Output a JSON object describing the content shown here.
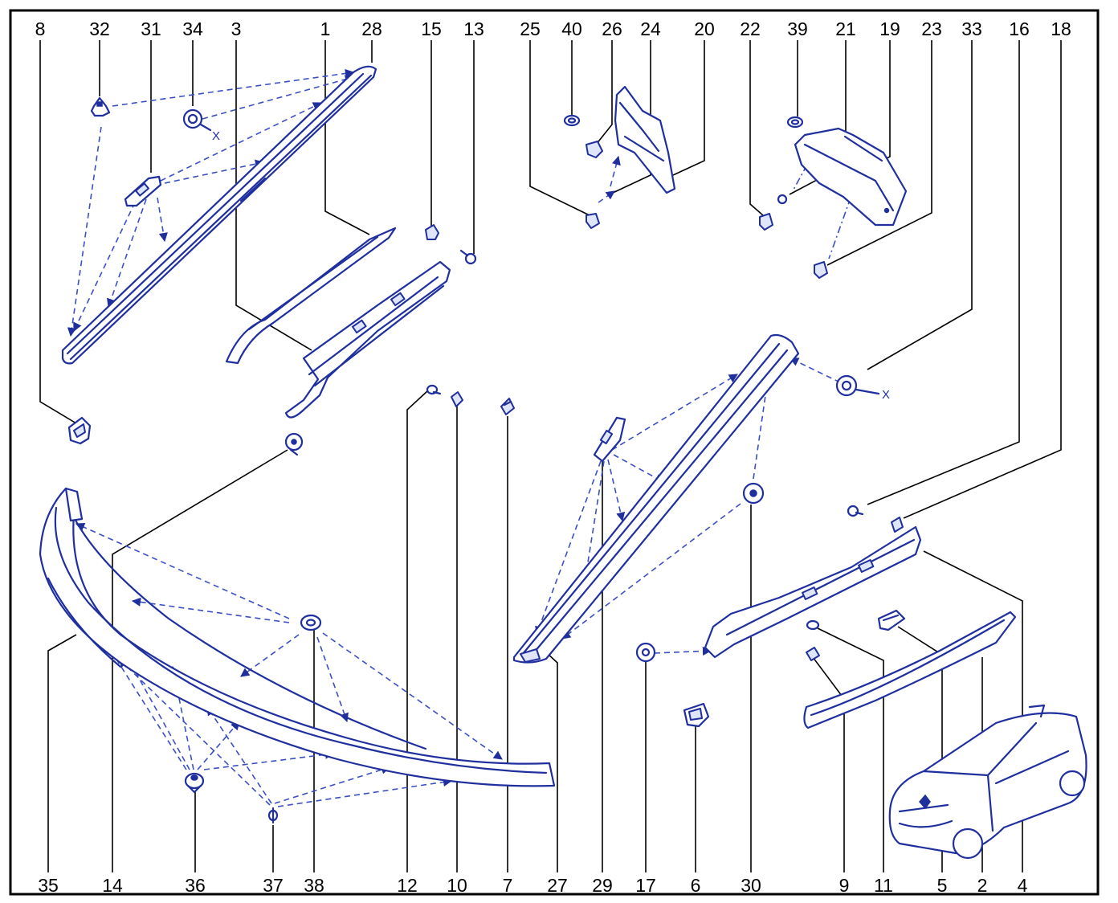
{
  "diagram": {
    "measure_label": "X",
    "callouts": [
      "8",
      "32",
      "31",
      "34",
      "3",
      "1",
      "28",
      "15",
      "13",
      "25",
      "40",
      "26",
      "24",
      "20",
      "22",
      "39",
      "21",
      "19",
      "23",
      "33",
      "16",
      "18",
      "35",
      "14",
      "36",
      "37",
      "38",
      "12",
      "10",
      "7",
      "27",
      "29",
      "17",
      "6",
      "30",
      "9",
      "11",
      "5",
      "2",
      "4"
    ]
  },
  "colors": {
    "line": "#1f2f9e",
    "dashed": "#3a4fc4",
    "frame": "#000000"
  }
}
